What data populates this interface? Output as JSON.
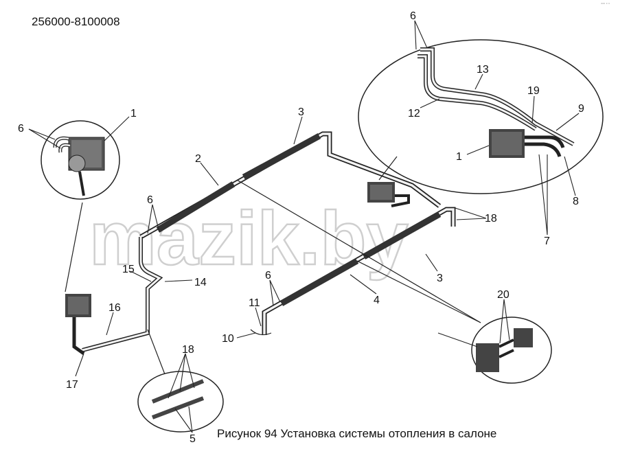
{
  "part_number": "256000-8100008",
  "caption": "Рисунок 94  Установка системы отопления в салоне",
  "watermark": "mazik.by",
  "corner_mark": "°°° ° °",
  "callouts": [
    "1",
    "6",
    "2",
    "3",
    "6",
    "15",
    "14",
    "16",
    "17",
    "18",
    "5",
    "11",
    "10",
    "4",
    "3",
    "6",
    "7",
    "8",
    "9",
    "19",
    "13",
    "12",
    "6",
    "1",
    "18",
    "20"
  ],
  "colors": {
    "line": "#222222",
    "tube_fill": "#f2f2f2",
    "block": "#444444",
    "watermark": "#dddddd"
  }
}
